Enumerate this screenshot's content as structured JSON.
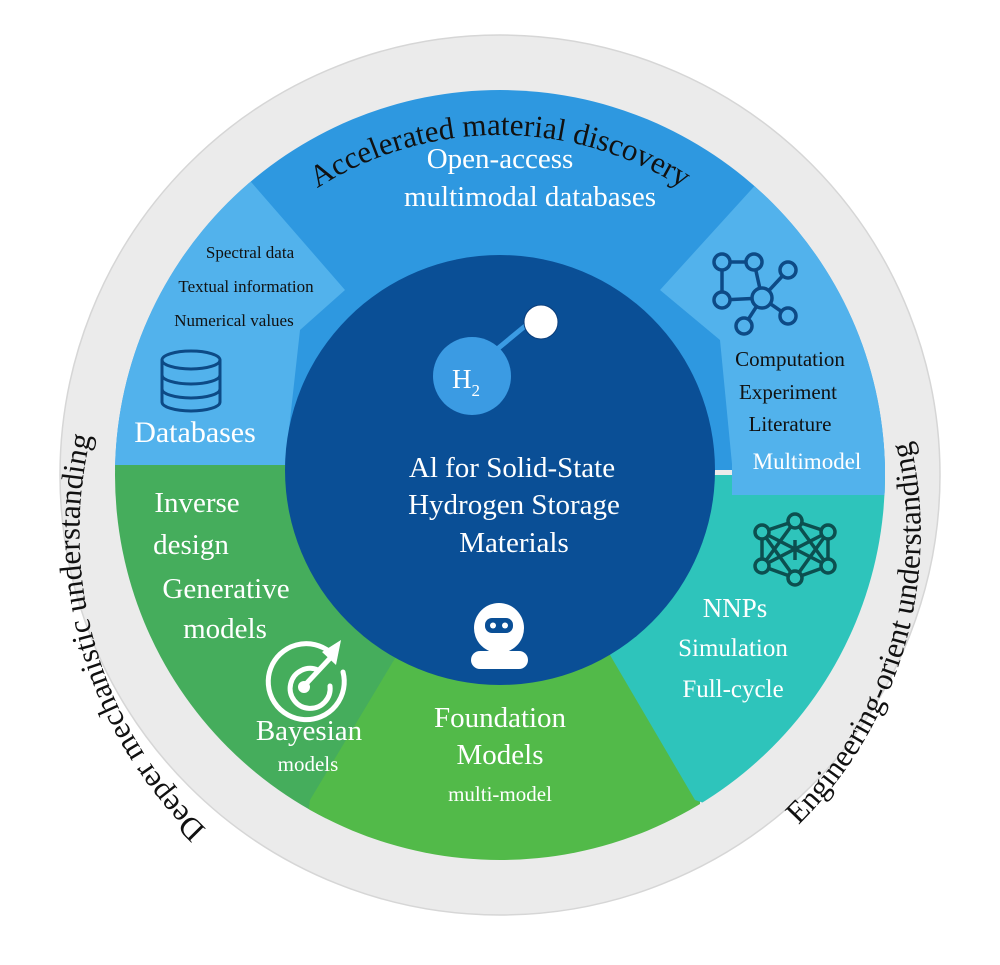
{
  "colors": {
    "outer_ring": "#ebebeb",
    "top_sector": "#2e98e0",
    "side_blue_sector": "#52b2ec",
    "center_circle": "#0a4f96",
    "inner_ring_blue": "#2e98e0",
    "green_left": "#45ad5c",
    "green_bottom": "#52ba49",
    "teal_right": "#2ec4bb",
    "icon_dark_blue": "#0d4a86",
    "icon_dark_teal": "#0c4f4f",
    "h2_atom": "#3b9be3"
  },
  "outer_ring_labels": {
    "top": "Accelerated material discovery",
    "left": "Deeper mechanistic understanding",
    "right": "Engineering-orient understanding"
  },
  "center": {
    "molecule_label": "H",
    "molecule_subscript": "2",
    "title_lines": [
      "Al for Solid-State",
      "Hydrogen Storage",
      "Materials"
    ]
  },
  "sectors": {
    "open_access": {
      "lines": [
        "Open-access",
        "multimodal databases"
      ]
    },
    "databases": {
      "items": [
        "Spectral data",
        "Textual information",
        "Numerical values"
      ],
      "title": "Databases",
      "icon": "database-icon"
    },
    "multimodel": {
      "items": [
        "Computation",
        "Experiment",
        "Literature"
      ],
      "title": "Multimodel",
      "icon": "network-graph-icon"
    },
    "inverse_design": {
      "lines": [
        "Inverse",
        "design",
        "Generative",
        "models"
      ]
    },
    "bayesian": {
      "title": "Bayesian",
      "subtitle": "models",
      "icon": "target-arrow-icon"
    },
    "foundation": {
      "lines": [
        "Foundation",
        "Models"
      ],
      "subtitle": "multi-model",
      "icon": "robot-icon"
    },
    "nnps": {
      "lines": [
        "NNPs",
        "Simulation",
        "Full-cycle"
      ],
      "icon": "neural-network-icon"
    }
  }
}
